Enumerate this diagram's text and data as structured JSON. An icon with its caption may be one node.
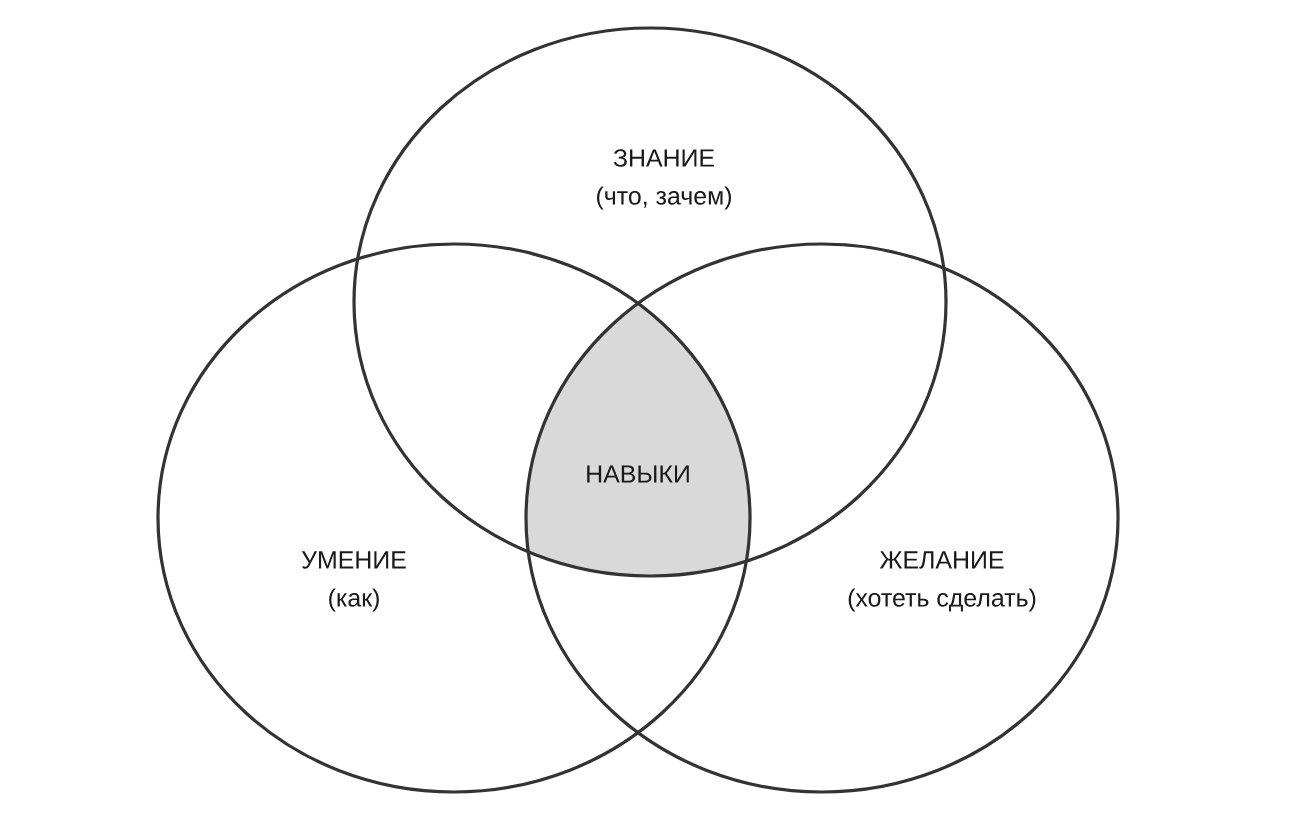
{
  "diagram": {
    "nodes": [
      {
        "text": [
          "ЗНАНИЕ",
          "(что, зачем)"
        ]
      },
      {
        "text": [
          "НАВЫКИ"
        ]
      },
      {
        "text": [
          "УМЕНИЕ",
          "(как)"
        ]
      },
      {
        "text": [
          "ЖЕЛАНИЕ",
          "(хотеть сделать)"
        ]
      }
    ]
  }
}
